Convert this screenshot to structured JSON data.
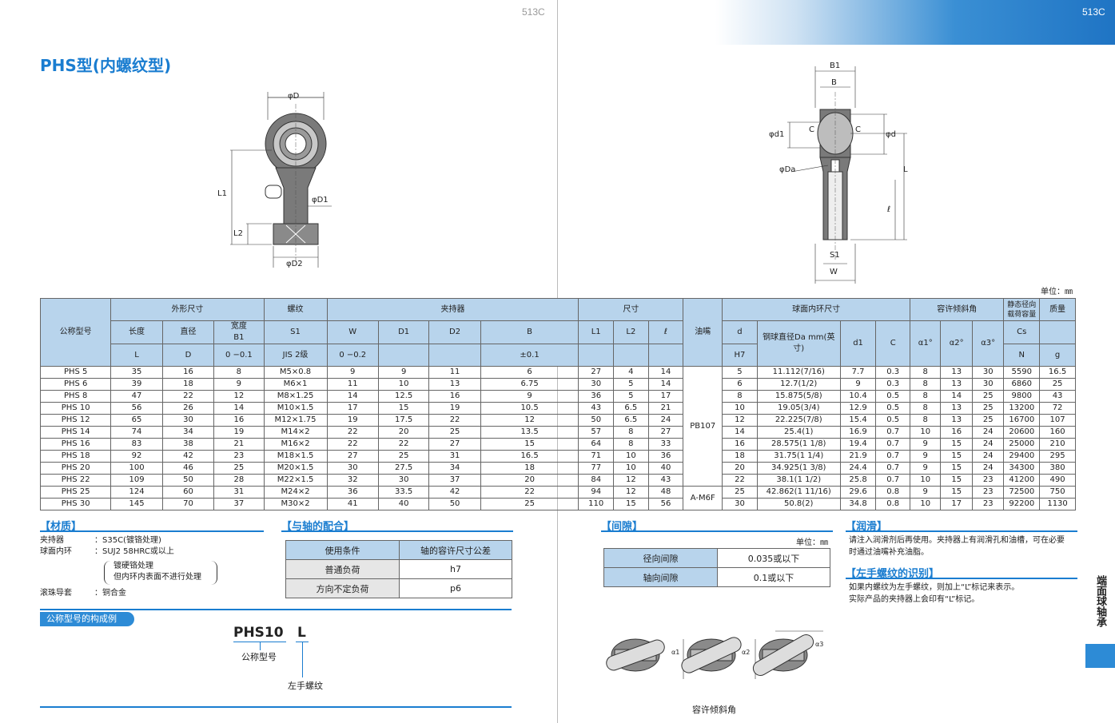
{
  "header": {
    "page_left": "513C",
    "page_right": "513C"
  },
  "title": "PHS型(内螺纹型)",
  "figure_left": {
    "D": "φD",
    "D1": "φD1",
    "D2": "φD2",
    "L1": "L1",
    "L2": "L2"
  },
  "figure_right": {
    "B1": "B1",
    "B": "B",
    "C_left": "C",
    "C_right": "C",
    "d1": "φd1",
    "d": "φd",
    "Da": "φDa",
    "L": "L",
    "l": "ℓ",
    "S1": "S1",
    "W": "W"
  },
  "unit": "单位：㎜",
  "table": {
    "h_model": "公称型号",
    "h_outer": "外形尺寸",
    "h_thread": "螺纹",
    "h_holder": "夹持器",
    "h_dim": "尺寸",
    "h_oil": "油嘴",
    "h_inner": "球面内环尺寸",
    "h_tilt": "容许倾斜角",
    "h_load": "静态径向载荷容量",
    "h_mass": "质量",
    "sub": [
      "长度",
      "直径",
      "宽度",
      "S1",
      "W",
      "D1",
      "D2",
      "B",
      "L1",
      "L2",
      "ℓ",
      "d",
      "钢球直径Da mm(英寸)",
      "d1",
      "C",
      "α1°",
      "α2°",
      "α3°",
      "Cs"
    ],
    "sub2": [
      "L",
      "D",
      "0 −0.1",
      "JIS 2级",
      "0 −0.2",
      "",
      "",
      "±0.1",
      "",
      "",
      "",
      "H7",
      "",
      "",
      "",
      "",
      "",
      "",
      "N",
      "g"
    ],
    "width_label": "B1",
    "rows": [
      [
        "PHS 5",
        "35",
        "16",
        "8",
        "M5×0.8",
        "9",
        "9",
        "11",
        "6",
        "27",
        "4",
        "14",
        "5",
        "11.112(7/16)",
        "7.7",
        "0.3",
        "8",
        "13",
        "30",
        "5590",
        "16.5"
      ],
      [
        "PHS 6",
        "39",
        "18",
        "9",
        "M6×1",
        "11",
        "10",
        "13",
        "6.75",
        "30",
        "5",
        "14",
        "6",
        "12.7(1/2)",
        "9",
        "0.3",
        "8",
        "13",
        "30",
        "6860",
        "25"
      ],
      [
        "PHS 8",
        "47",
        "22",
        "12",
        "M8×1.25",
        "14",
        "12.5",
        "16",
        "9",
        "36",
        "5",
        "17",
        "8",
        "15.875(5/8)",
        "10.4",
        "0.5",
        "8",
        "14",
        "25",
        "9800",
        "43"
      ],
      [
        "PHS 10",
        "56",
        "26",
        "14",
        "M10×1.5",
        "17",
        "15",
        "19",
        "10.5",
        "43",
        "6.5",
        "21",
        "10",
        "19.05(3/4)",
        "12.9",
        "0.5",
        "8",
        "13",
        "25",
        "13200",
        "72"
      ],
      [
        "PHS 12",
        "65",
        "30",
        "16",
        "M12×1.75",
        "19",
        "17.5",
        "22",
        "12",
        "50",
        "6.5",
        "24",
        "12",
        "22.225(7/8)",
        "15.4",
        "0.5",
        "8",
        "13",
        "25",
        "16700",
        "107"
      ],
      [
        "PHS 14",
        "74",
        "34",
        "19",
        "M14×2",
        "22",
        "20",
        "25",
        "13.5",
        "57",
        "8",
        "27",
        "14",
        "25.4(1)",
        "16.9",
        "0.7",
        "10",
        "16",
        "24",
        "20600",
        "160"
      ],
      [
        "PHS 16",
        "83",
        "38",
        "21",
        "M16×2",
        "22",
        "22",
        "27",
        "15",
        "64",
        "8",
        "33",
        "16",
        "28.575(1 1/8)",
        "19.4",
        "0.7",
        "9",
        "15",
        "24",
        "25000",
        "210"
      ],
      [
        "PHS 18",
        "92",
        "42",
        "23",
        "M18×1.5",
        "27",
        "25",
        "31",
        "16.5",
        "71",
        "10",
        "36",
        "18",
        "31.75(1 1/4)",
        "21.9",
        "0.7",
        "9",
        "15",
        "24",
        "29400",
        "295"
      ],
      [
        "PHS 20",
        "100",
        "46",
        "25",
        "M20×1.5",
        "30",
        "27.5",
        "34",
        "18",
        "77",
        "10",
        "40",
        "20",
        "34.925(1 3/8)",
        "24.4",
        "0.7",
        "9",
        "15",
        "24",
        "34300",
        "380"
      ],
      [
        "PHS 22",
        "109",
        "50",
        "28",
        "M22×1.5",
        "32",
        "30",
        "37",
        "20",
        "84",
        "12",
        "43",
        "22",
        "38.1(1 1/2)",
        "25.8",
        "0.7",
        "10",
        "15",
        "23",
        "41200",
        "490"
      ],
      [
        "PHS 25",
        "124",
        "60",
        "31",
        "M24×2",
        "36",
        "33.5",
        "42",
        "22",
        "94",
        "12",
        "48",
        "25",
        "42.862(1 11/16)",
        "29.6",
        "0.8",
        "9",
        "15",
        "23",
        "72500",
        "750"
      ],
      [
        "PHS 30",
        "145",
        "70",
        "37",
        "M30×2",
        "41",
        "40",
        "50",
        "25",
        "110",
        "15",
        "56",
        "30",
        "50.8(2)",
        "34.8",
        "0.8",
        "10",
        "17",
        "23",
        "92200",
        "1130"
      ]
    ],
    "oil_a": "PB107",
    "oil_b": "A-M6F"
  },
  "material": {
    "title": "【材质】",
    "rows": [
      {
        "k": "夹持器",
        "v": "：S35C(镀铬处理)"
      },
      {
        "k": "球面内环",
        "v": "：SUJ2 58HRC或以上"
      }
    ],
    "note1": "镀硬铬处理",
    "note2": "但内环内表面不进行处理",
    "race_k": "滚珠导套",
    "race_v": "：铜合金"
  },
  "fit": {
    "title": "【与轴的配合】",
    "header": [
      "使用条件",
      "轴的容许尺寸公差"
    ],
    "rows": [
      [
        "普通负荷",
        "h7"
      ],
      [
        "方向不定负荷",
        "p6"
      ]
    ]
  },
  "example": {
    "tag": "公称型号的构成例",
    "code": "PHS10",
    "suffix": "L",
    "label1": "公称型号",
    "label2": "左手螺纹"
  },
  "clearance": {
    "title": "【间隙】",
    "unit": "单位：㎜",
    "rows": [
      [
        "径向间隙",
        "0.035或以下"
      ],
      [
        "轴向间隙",
        "0.1或以下"
      ]
    ],
    "caption": "容许倾斜角",
    "a1": "α1",
    "a2": "α2",
    "a3": "α3"
  },
  "lube": {
    "title": "【润滑】",
    "text1": "请注入润滑剂后再使用。夹持器上有润滑孔和油槽，可在必要",
    "text2": "时通过油嘴补充油脂。"
  },
  "lefthand": {
    "title": "【左手螺纹的识别】",
    "text1": "如果内螺纹为左手螺纹，则加上“L”标记来表示。",
    "text2": "实际产品的夹持器上会印有“L”标记。"
  },
  "side_label": "端面球轴承"
}
